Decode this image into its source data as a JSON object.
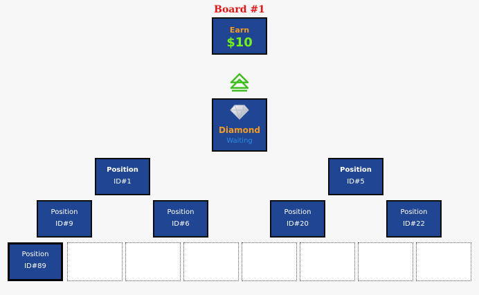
{
  "board": {
    "title": "Board #1"
  },
  "earn": {
    "label": "Earn",
    "amount": "$10"
  },
  "top": {
    "name": "Diamond",
    "status": "Waiting"
  },
  "level1": [
    {
      "label": "Position",
      "id": "ID#1"
    },
    {
      "label": "Position",
      "id": "ID#5"
    }
  ],
  "level2": [
    {
      "label": "Position",
      "id": "ID#9"
    },
    {
      "label": "Position",
      "id": "ID#6"
    },
    {
      "label": "Position",
      "id": "ID#20"
    },
    {
      "label": "Position",
      "id": "ID#22"
    }
  ],
  "level3": [
    {
      "label": "Position",
      "id": "ID#89"
    }
  ],
  "icons": {
    "arrow": "double-up-arrow-icon",
    "gem": "diamond-gem-icon"
  },
  "colors": {
    "box_bg": "#1f4593",
    "title": "#ee1111",
    "earn_label": "#f59b20",
    "earn_amount": "#73f218",
    "status": "#2f8cdf",
    "arrow": "#3fbf1f"
  }
}
